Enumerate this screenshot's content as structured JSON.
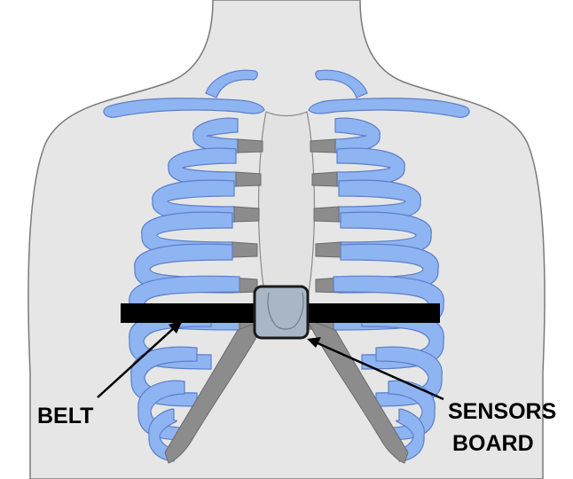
{
  "labels": {
    "belt": "BELT",
    "sensors_line1": "SENSORS",
    "sensors_line2": "BOARD"
  },
  "colors": {
    "background": "#ffffff",
    "skin": "#e6e6e6",
    "skin_outline": "#7a7a7a",
    "rib_blue": "#8fb4f2",
    "rib_blue_outline": "#5b7fc9",
    "cartilage_gray": "#8c8c8c",
    "belt": "#000000",
    "sensor_board": "#a9b6c6",
    "sensor_board_outline": "#1a1a1a"
  }
}
